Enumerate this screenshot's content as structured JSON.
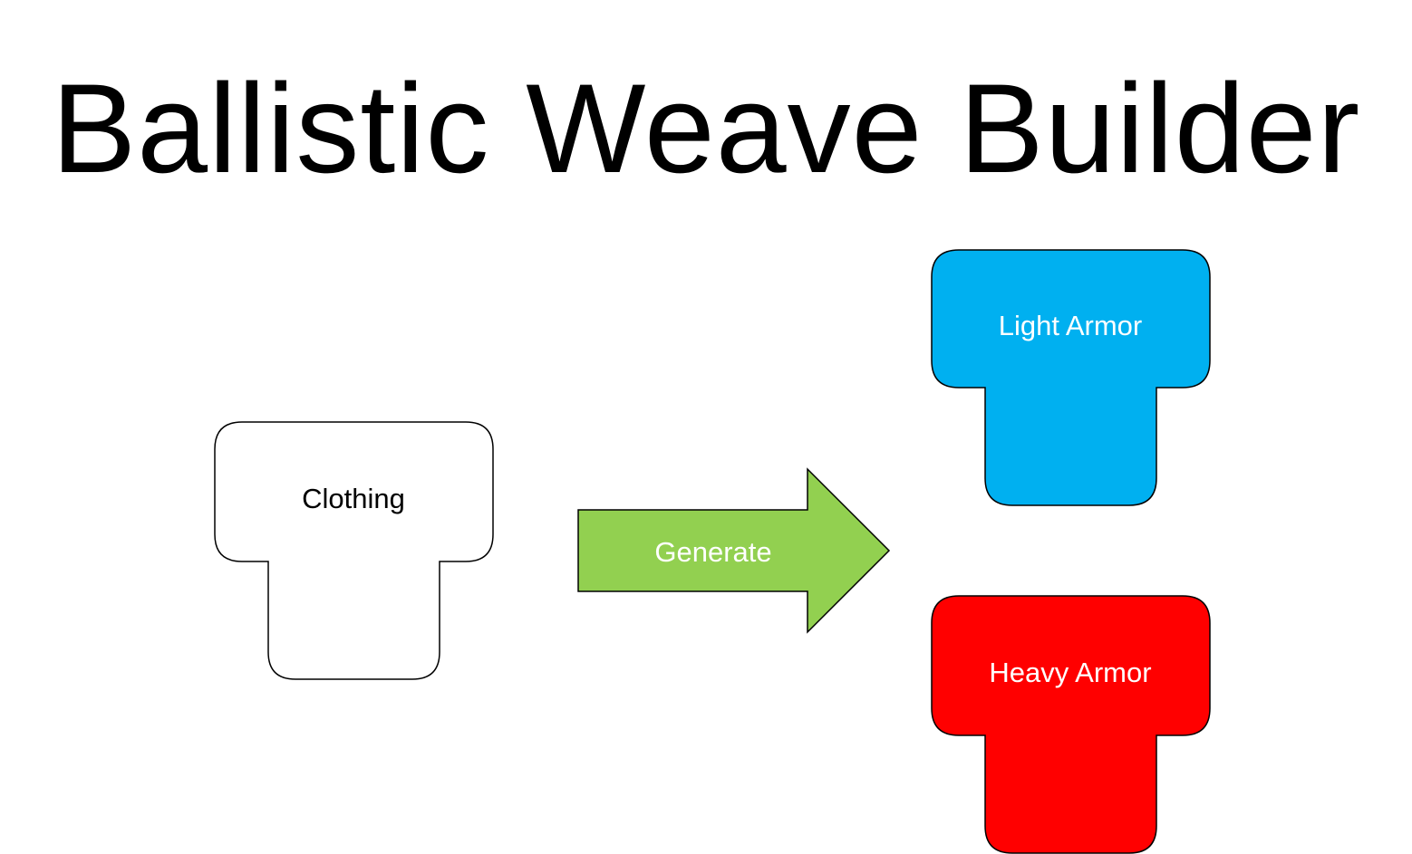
{
  "title": "Ballistic Weave Builder",
  "clothing": {
    "label": "Clothing",
    "fill": "#ffffff",
    "stroke": "#000000",
    "text_color": "#000000"
  },
  "arrow": {
    "label": "Generate",
    "fill": "#92d050",
    "stroke": "#000000",
    "text_color": "#ffffff"
  },
  "light_armor": {
    "label": "Light Armor",
    "fill": "#00b0f0",
    "stroke": "#000000",
    "text_color": "#ffffff"
  },
  "heavy_armor": {
    "label": "Heavy Armor",
    "fill": "#ff0000",
    "stroke": "#000000",
    "text_color": "#ffffff"
  }
}
